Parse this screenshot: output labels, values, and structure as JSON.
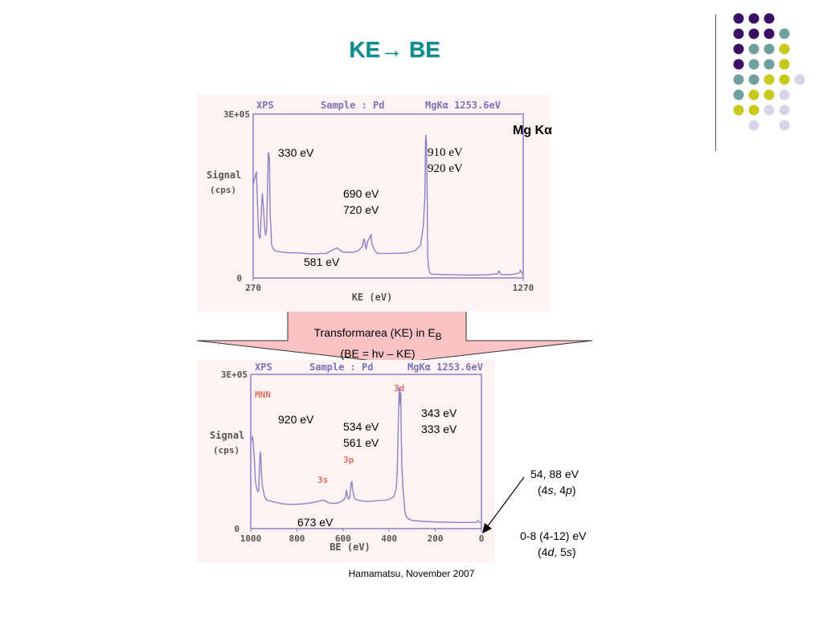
{
  "slide": {
    "title": "KE→ BE",
    "mg_label": "Mg Kα",
    "credit": "Hamamatsu, November 2007",
    "transform_line1": "Transformarea (KE) in E",
    "transform_sub": "B",
    "transform_line2": "(BE = hν – KE)",
    "colors": {
      "title": "#138a8f",
      "plot_line": "#8a82c4",
      "plot_text": "#7b73b8",
      "peak_label": "#e07060",
      "arrow_fill": "#fbc3c3",
      "dot_purple": "#3b0f63",
      "dot_teal": "#6f9f9e",
      "dot_yellow": "#c9c91d",
      "dot_lavender": "#d6d4e6"
    },
    "decor_dots": [
      [
        "purple",
        "purple",
        "purple",
        null
      ],
      [
        "purple",
        "purple",
        "purple",
        "teal"
      ],
      [
        "purple",
        "teal",
        "teal",
        "yellow"
      ],
      [
        "purple",
        "teal",
        "teal",
        "yellow"
      ],
      [
        "teal",
        "teal",
        "yellow",
        "yellow",
        "lavender"
      ],
      [
        "teal",
        "yellow",
        "yellow",
        "lavender"
      ],
      [
        "yellow",
        "yellow",
        "lavender",
        "lavender"
      ],
      [
        null,
        "lavender",
        null,
        "lavender"
      ]
    ]
  },
  "chart_data": [
    {
      "type": "line",
      "header": [
        "XPS",
        "Sample : Pd",
        "MgKα 1253.6eV"
      ],
      "ylabel": [
        "Signal",
        "(cps)"
      ],
      "ytick_labels": [
        "3E+05",
        "0"
      ],
      "xlabel": "KE (eV)",
      "xtick_labels": [
        "270",
        "1270"
      ],
      "xlim": [
        270,
        1270
      ],
      "ylim": [
        0,
        300000
      ],
      "series": [
        {
          "x": [
            270,
            282,
            290,
            296,
            300,
            304,
            308,
            312,
            316,
            320,
            322,
            326,
            330,
            333,
            336,
            338,
            342,
            350,
            370,
            400,
            440,
            480,
            500,
            520,
            540,
            560,
            580,
            600,
            620,
            640,
            660,
            675,
            680,
            684,
            688,
            690,
            694,
            700,
            706,
            710,
            716,
            720,
            724,
            730,
            760,
            800,
            840,
            870,
            890,
            900,
            906,
            908,
            910,
            912,
            914,
            916,
            920,
            924,
            930,
            960,
            1000,
            1050,
            1100,
            1140,
            1160,
            1175,
            1180,
            1185,
            1190,
            1200,
            1230,
            1255,
            1260,
            1265,
            1270
          ],
          "y": [
            170000,
            195000,
            80000,
            72000,
            120000,
            155000,
            130000,
            95000,
            78000,
            90000,
            140000,
            230000,
            220000,
            110000,
            90000,
            62000,
            55000,
            50000,
            48000,
            46000,
            46000,
            44000,
            44000,
            45000,
            45000,
            50000,
            55000,
            48000,
            47000,
            47000,
            50000,
            58000,
            72000,
            65000,
            52000,
            58000,
            68000,
            72000,
            80000,
            62000,
            55000,
            50000,
            48000,
            45000,
            45000,
            45000,
            46000,
            50000,
            60000,
            95000,
            150000,
            250000,
            262000,
            245000,
            170000,
            40000,
            18000,
            10000,
            7000,
            6500,
            6000,
            5500,
            5500,
            6000,
            7000,
            7500,
            13000,
            8000,
            6000,
            6000,
            6500,
            9000,
            14000,
            9000,
            5000
          ]
        }
      ],
      "annotations": [
        "330 eV",
        "910 eV",
        "920 eV",
        "690 eV",
        "720 eV",
        "581 eV"
      ]
    },
    {
      "type": "line",
      "header": [
        "XPS",
        "Sample : Pd",
        "MgKα 1253.6eV"
      ],
      "ylabel": [
        "Signal",
        "(cps)"
      ],
      "ytick_labels": [
        "3E+05",
        "0"
      ],
      "xlabel": "BE (eV)",
      "xtick_labels": [
        "1000",
        "800",
        "600",
        "400",
        "200",
        "0"
      ],
      "xlim": [
        1000,
        0
      ],
      "ylim": [
        0,
        300000
      ],
      "peak_labels": [
        "MNN",
        "3d",
        "3s",
        "3p"
      ],
      "series": [
        {
          "x": [
            1000,
            992,
            985,
            980,
            975,
            970,
            965,
            962,
            959,
            956,
            953,
            950,
            945,
            940,
            930,
            900,
            860,
            820,
            780,
            740,
            700,
            690,
            680,
            670,
            660,
            640,
            620,
            600,
            590,
            585,
            580,
            575,
            570,
            566,
            562,
            558,
            555,
            550,
            540,
            520,
            500,
            480,
            460,
            440,
            420,
            400,
            380,
            370,
            365,
            360,
            356,
            352,
            350,
            348,
            345,
            340,
            336,
            332,
            328,
            320,
            300,
            250,
            200,
            150,
            100,
            60,
            40,
            20,
            15,
            10,
            6,
            2,
            0
          ],
          "y": [
            170000,
            178000,
            140000,
            95000,
            80000,
            72000,
            75000,
            120000,
            150000,
            140000,
            105000,
            85000,
            72000,
            62000,
            55000,
            52000,
            48000,
            47000,
            48000,
            50000,
            54000,
            55000,
            55000,
            52000,
            50000,
            49000,
            50000,
            55000,
            60000,
            75000,
            62000,
            58000,
            62000,
            85000,
            92000,
            75000,
            68000,
            58000,
            56000,
            54000,
            53000,
            53000,
            54000,
            55000,
            55000,
            57000,
            62000,
            75000,
            110000,
            210000,
            275000,
            240000,
            265000,
            200000,
            120000,
            80000,
            55000,
            35000,
            25000,
            20000,
            16000,
            14000,
            13000,
            12500,
            12000,
            12000,
            12000,
            12500,
            16000,
            13000,
            12000,
            12000,
            12000
          ]
        }
      ],
      "annotations": [
        "920 eV",
        "534 eV",
        "561 eV",
        "343 eV",
        "333 eV",
        "673 eV",
        "54, 88 eV",
        "(4s, 4p)",
        "0-8 (4-12) eV",
        "(4d, 5s)"
      ]
    }
  ]
}
